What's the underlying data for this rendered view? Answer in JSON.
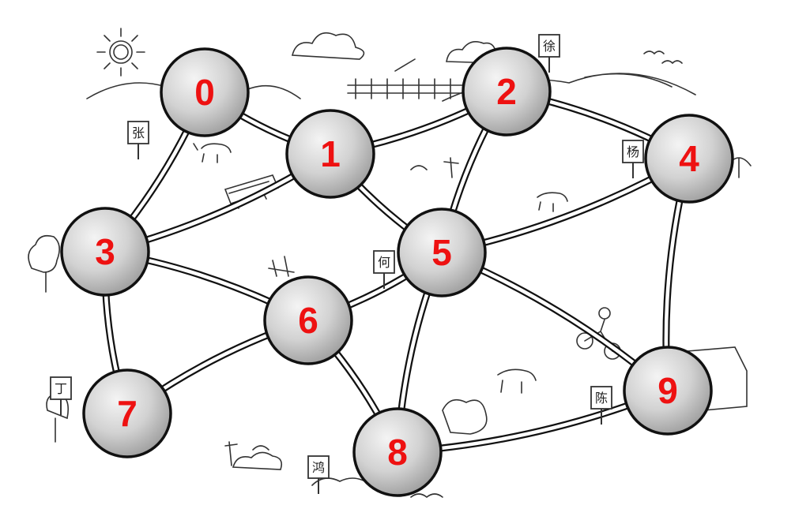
{
  "graph": {
    "nodes": [
      {
        "id": "0",
        "label": "0"
      },
      {
        "id": "1",
        "label": "1"
      },
      {
        "id": "2",
        "label": "2"
      },
      {
        "id": "3",
        "label": "3"
      },
      {
        "id": "4",
        "label": "4"
      },
      {
        "id": "5",
        "label": "5"
      },
      {
        "id": "6",
        "label": "6"
      },
      {
        "id": "7",
        "label": "7"
      },
      {
        "id": "8",
        "label": "8"
      },
      {
        "id": "9",
        "label": "9"
      }
    ],
    "edges": [
      [
        "0",
        "1"
      ],
      [
        "0",
        "3"
      ],
      [
        "1",
        "2"
      ],
      [
        "1",
        "3"
      ],
      [
        "1",
        "5"
      ],
      [
        "2",
        "4"
      ],
      [
        "2",
        "5"
      ],
      [
        "3",
        "6"
      ],
      [
        "3",
        "7"
      ],
      [
        "4",
        "5"
      ],
      [
        "4",
        "9"
      ],
      [
        "5",
        "6"
      ],
      [
        "5",
        "8"
      ],
      [
        "5",
        "9"
      ],
      [
        "6",
        "7"
      ],
      [
        "6",
        "8"
      ],
      [
        "8",
        "9"
      ]
    ]
  },
  "signs": [
    {
      "id": "zhang",
      "text": "张"
    },
    {
      "id": "xu",
      "text": "徐"
    },
    {
      "id": "yang",
      "text": "杨"
    },
    {
      "id": "he",
      "text": "何"
    },
    {
      "id": "ding",
      "text": "丁"
    },
    {
      "id": "chen",
      "text": "陈"
    },
    {
      "id": "hong",
      "text": "鸿"
    }
  ],
  "colors": {
    "node_label": "#ee1111",
    "node_fill_light": "#f2f2f2",
    "node_fill_dark": "#a9a9a9",
    "node_stroke": "#111111",
    "road": "#111111",
    "sketch": "#333333"
  }
}
